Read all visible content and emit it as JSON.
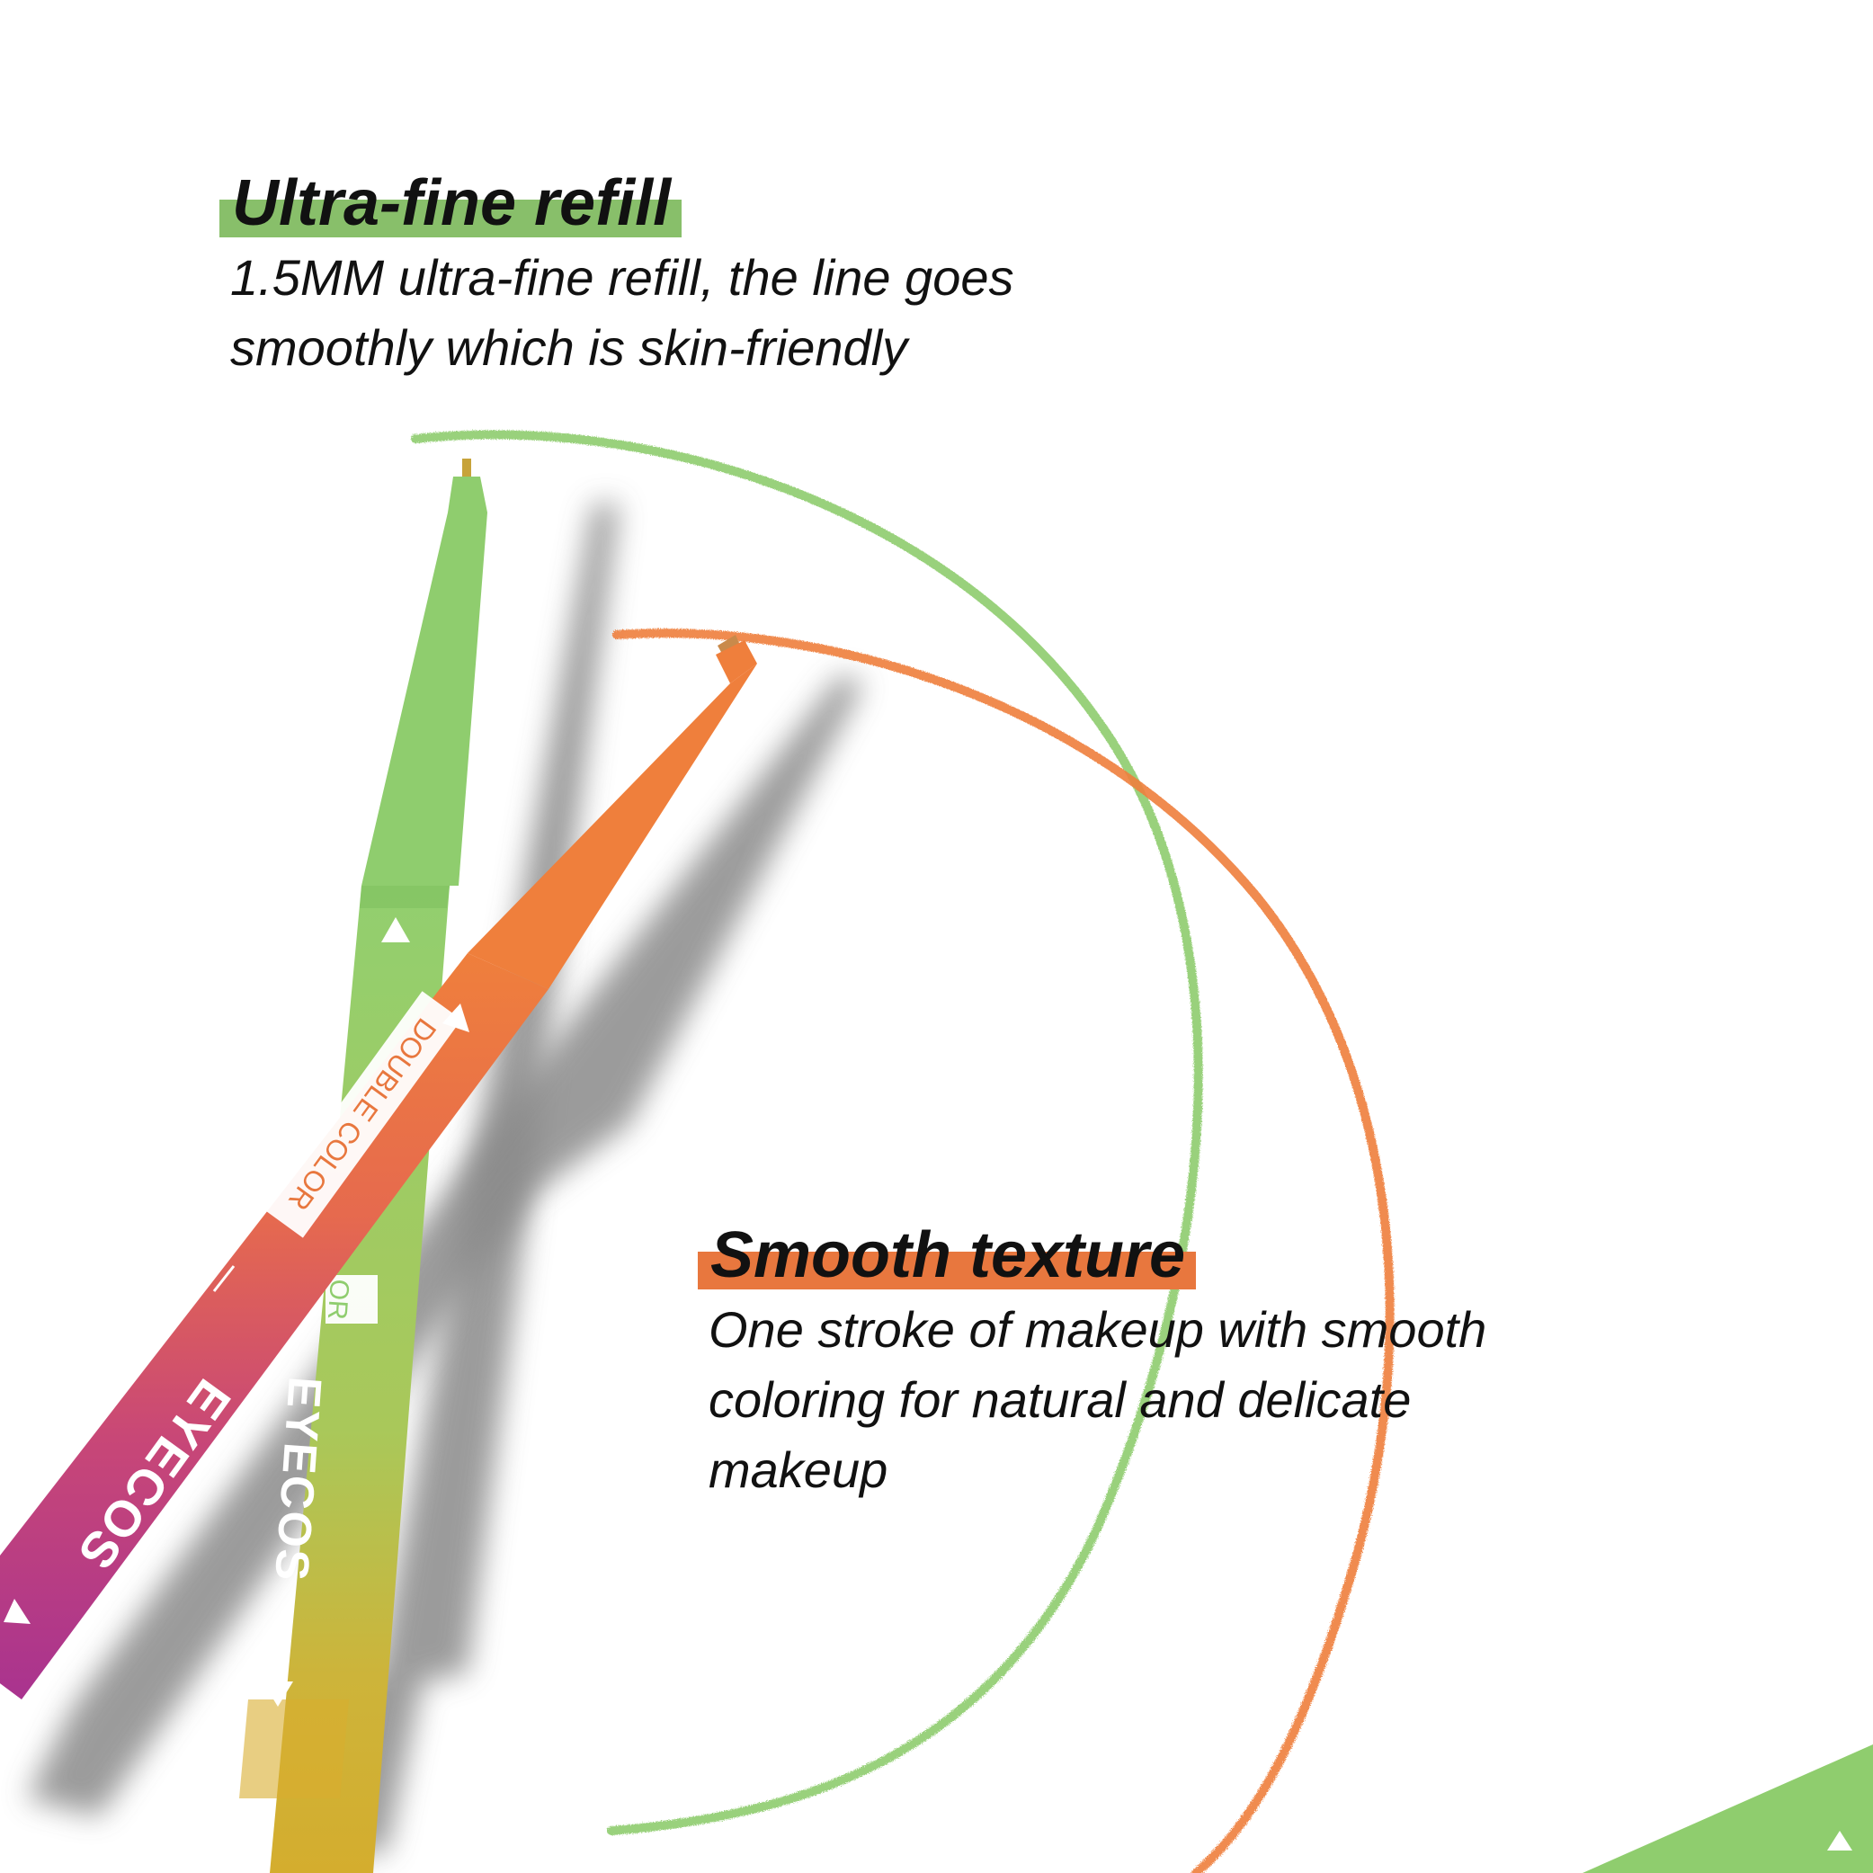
{
  "features": [
    {
      "title": "Ultra-fine refill",
      "description_lines": [
        "1.5MM ultra-fine refill, the line goes",
        "smoothly which is skin-friendly"
      ],
      "highlight_color": "#88bf6a"
    },
    {
      "title": "Smooth texture",
      "description_lines": [
        "One stroke of makeup with smooth",
        "coloring for natural and delicate",
        "makeup"
      ],
      "highlight_color": "#e8773e"
    }
  ],
  "product": {
    "brand": "EYECOS",
    "label": "DOUBLE COLOR",
    "label_partial": "OR",
    "colors": {
      "green": "#8fcd6e",
      "orange": "#ef7f3c",
      "magenta": "#b2388e",
      "yellow": "#d7ae2f",
      "shadow": "#8c8c8c"
    }
  }
}
